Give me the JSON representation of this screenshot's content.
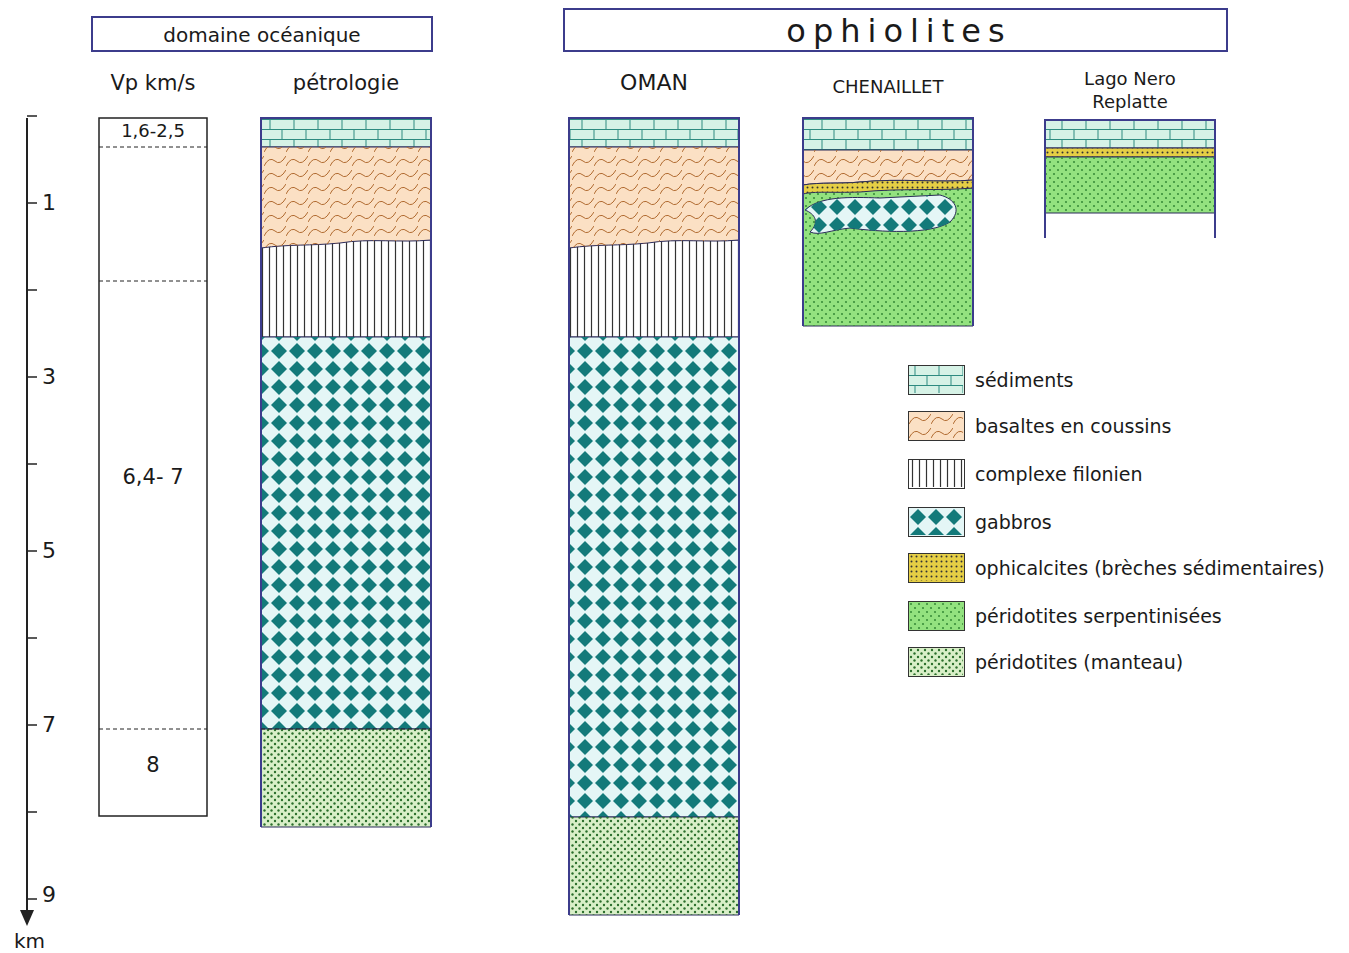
{
  "diagram": {
    "nodes": [
      {
        "text": [
          "domaine océanique"
        ]
      },
      {
        "text": [
          "ophiolites"
        ]
      },
      {
        "text": [
          "Vp km/s",
          "1,6-2,5",
          "6,4- 7",
          "8"
        ]
      },
      {
        "text": [
          "pétrologie"
        ]
      },
      {
        "text": [
          "OMAN"
        ]
      },
      {
        "text": [
          "CHENAILLET"
        ]
      },
      {
        "text": [
          "Lago Nero Replatte"
        ]
      }
    ],
    "labels": [
      "1",
      "3",
      "5",
      "7",
      "9",
      "km"
    ],
    "legend": [
      {
        "text": "sédiments",
        "color": "#d6f2e6"
      },
      {
        "text": "basaltes en coussins",
        "color": "#fbe0c4"
      },
      {
        "text": "complexe filonien",
        "color": "#ffffff"
      },
      {
        "text": "gabbros",
        "color": "#e4f6f6"
      },
      {
        "text": "ophicalcites (brèches sédimentaires)",
        "color": "#e6cf45"
      },
      {
        "text": "péridotites serpentinisées",
        "color": "#93e27f"
      },
      {
        "text": "péridotites (manteau)",
        "color": "#d9efc8"
      }
    ]
  }
}
